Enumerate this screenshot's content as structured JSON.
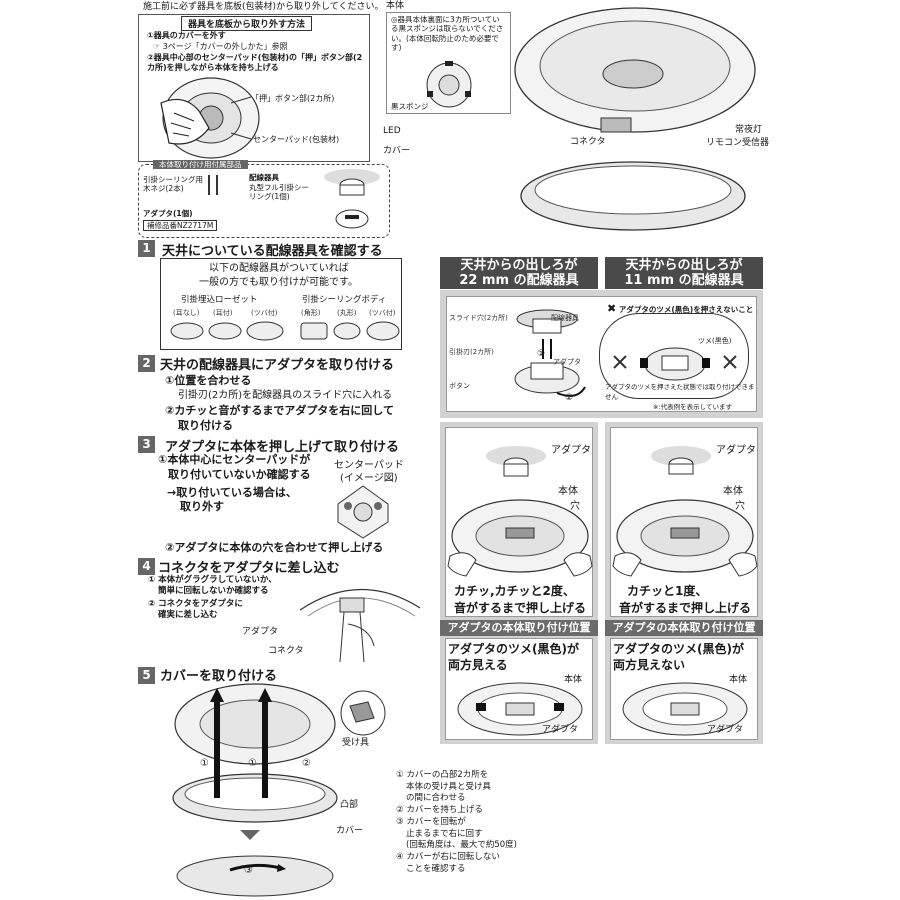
{
  "top_note": "施工前に必ず器具を底板(包装材)から取り外してください。",
  "remove_box": {
    "title": "器具を底板から取り外す方法",
    "step1": "①器具のカバーを外す",
    "step1_ref": "☞ 3ページ「カバーの外しかた」参照",
    "step2": "②器具中心部のセンターパッド(包装材)の「押」ボタン部(2カ所)を押しながら本体を持ち上げる",
    "label_push": "「押」ボタン部(2カ所)",
    "label_pad": "センターパッド(包装材)"
  },
  "product": {
    "label_body": "本体",
    "sponge_note": "◎器具本体裏面に3カ所ついている黒スポンジは取らないでください。(本体回転防止のため必要です)",
    "label_sponge": "黒スポンジ",
    "label_led": "LED",
    "label_connector": "コネクタ",
    "label_nightlight": "常夜灯",
    "label_remote": "リモコン受信器",
    "label_cover": "カバー"
  },
  "parts_box": {
    "title": "本体取り付け用付属部品",
    "screw": "引掛シーリング用木ネジ(2本)",
    "fixture_title": "配線器具",
    "fixture_desc": "丸型フル引掛シーリング(1個)",
    "adapter": "アダプタ(1個)",
    "part_no": "補修品番NZ2717M"
  },
  "step1": {
    "num": "1",
    "title": "天井についている配線器具を確認する",
    "desc_line1": "以下の配線器具がついていれば",
    "desc_line2": "一般の方でも取り付けが可能です。",
    "rosette": "引掛埋込ローゼット",
    "rosette_types": [
      "(耳なし)",
      "(耳付)",
      "(ツバ付)"
    ],
    "ceiling_body": "引掛シーリングボディ",
    "ceiling_types": [
      "(角形)",
      "(丸形)",
      "(ツバ付)"
    ]
  },
  "step2": {
    "num": "2",
    "title": "天井の配線器具にアダプタを取り付ける",
    "item1": "①位置を合わせる",
    "item1_sub": "引掛刃(2カ所)を配線器具のスライド穴に入れる",
    "item2_line1": "②カチッと音がするまでアダプタを右に回して",
    "item2_line2": "取り付ける"
  },
  "step3": {
    "num": "3",
    "title": "アダプタに本体を押し上げて取り付ける",
    "item1_line1": "①本体中心にセンターパッドが",
    "item1_line2": "取り付いていないか確認する",
    "item1_arrow_line1": "→取り付いている場合は、",
    "item1_arrow_line2": "取り外す",
    "pad_label_line1": "センターパッド",
    "pad_label_line2": "(イメージ図)",
    "item2": "②アダプタに本体の穴を合わせて押し上げる"
  },
  "step4": {
    "num": "4",
    "title": "コネクタをアダプタに差し込む",
    "item1_line1": "① 本体がグラグラしていないか、",
    "item1_line2": "簡単に回転しないか確認する",
    "item2_line1": "② コネクタをアダプタに",
    "item2_line2": "確実に差し込む",
    "label_adapter": "アダプタ",
    "label_connector": "コネクタ"
  },
  "step5": {
    "num": "5",
    "title": "カバーを取り付ける",
    "label_receiver": "受け具",
    "label_convex": "凸部",
    "label_cover": "カバー",
    "notes": [
      "① カバーの凸部2カ所を",
      "本体の受け具と受け具",
      "の間に合わせる",
      "② カバーを持ち上げる",
      "③ カバーを回転が",
      "止まるまで右に回す",
      "(回転角度は、最大で約50度)",
      "④ カバーが右に回転しない",
      "ことを確認する"
    ]
  },
  "right_panel": {
    "col_a_header_line1": "天井からの出しろが",
    "col_a_header_line2": "22 mm の配線器具",
    "col_b_header_line1": "天井からの出しろが",
    "col_b_header_line2": "11 mm の配線器具",
    "diagram_slide": "スライド穴(2カ所)",
    "diagram_fixture": "配線器具",
    "diagram_blade": "引掛刃(2カ所)",
    "diagram_adapter": "アダプタ",
    "diagram_button": "ボタン",
    "warning": "アダプタのツメ(黒色)を押さえないこと",
    "claw_label": "ツメ(黒色)",
    "cannot_install": "アダプタのツメを押さえた状態では取り付けできません",
    "example_note": "※:代表例を表示しています",
    "col_a_adapter": "アダプタ",
    "col_a_body": "本体",
    "col_a_hole": "穴",
    "col_a_click_line1": "カチッ,カチッと2度、",
    "col_a_click_line2": "音がするまで押し上げる",
    "col_b_adapter": "アダプタ",
    "col_b_body": "本体",
    "col_b_hole": "穴",
    "col_b_click_line1": "カチッと1度、",
    "col_b_click_line2": "音がするまで押し上げる",
    "pos_header": "アダプタの本体取り付け位置",
    "col_a_claw_line1": "アダプタのツメ(黒色)が",
    "col_a_claw_line2": "両方見える",
    "col_b_claw_line1": "アダプタのツメ(黒色)が",
    "col_b_claw_line2": "両方見えない",
    "col_a_pos_body": "本体",
    "col_a_pos_adapter": "アダプタ",
    "col_b_pos_body": "本体",
    "col_b_pos_adapter": "アダプタ"
  },
  "circled": [
    "①",
    "②",
    "③"
  ]
}
